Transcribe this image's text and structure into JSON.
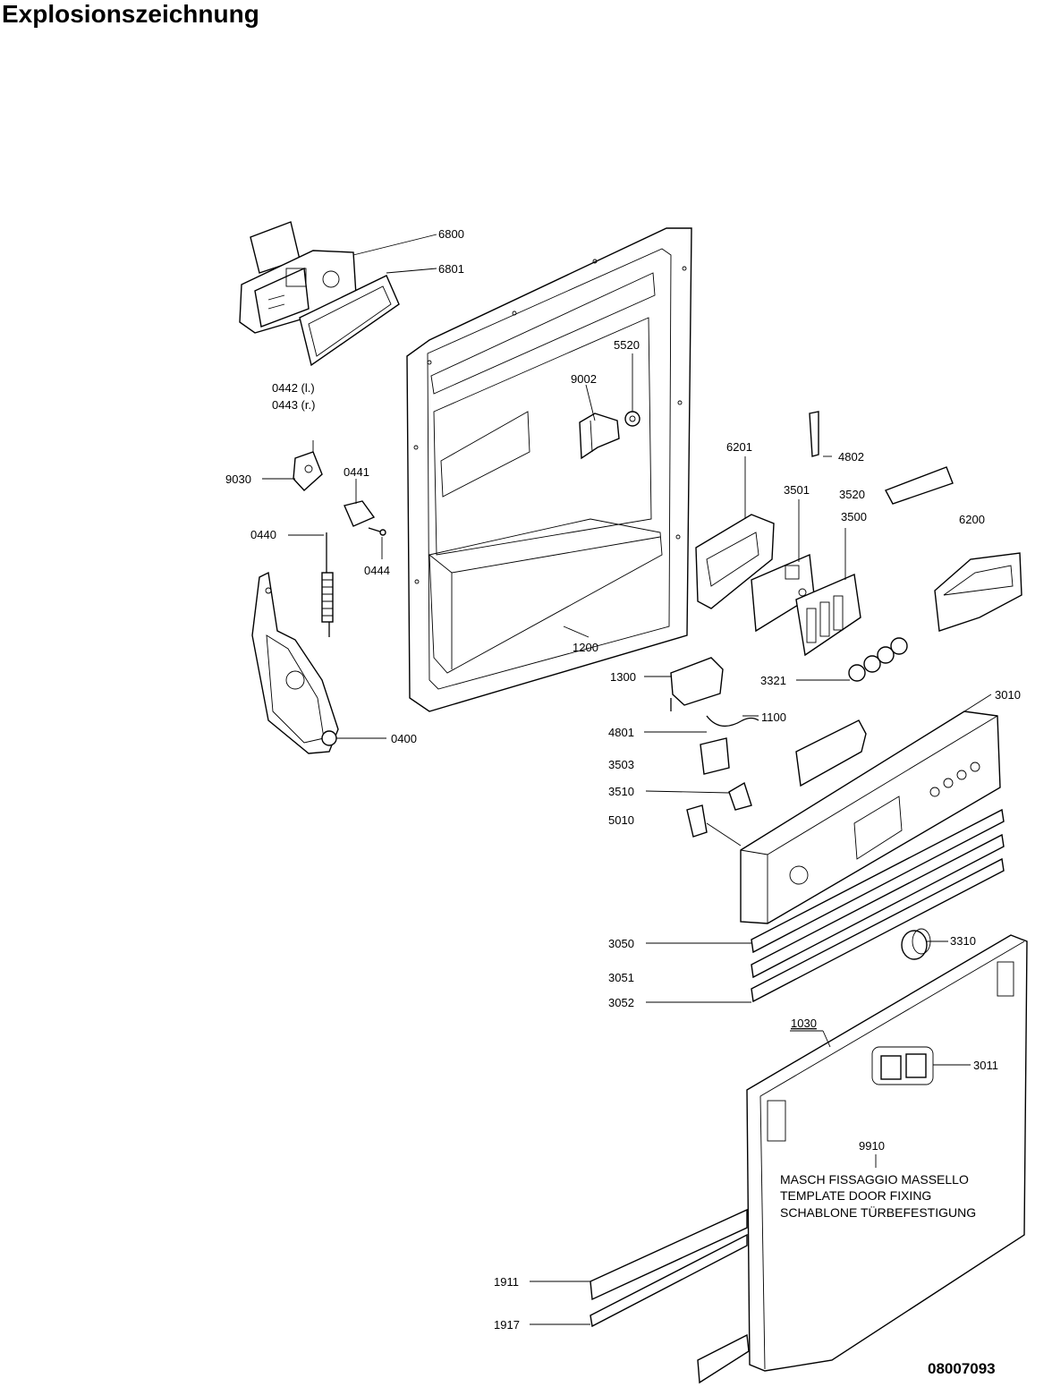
{
  "title": "Explosionszeichnung",
  "document_number": "08007093",
  "callouts": {
    "p6800": "6800",
    "p6801": "6801",
    "p5520": "5520",
    "p9002": "9002",
    "p0442": "0442 (l.)",
    "p0443": "0443 (r.)",
    "p9030": "9030",
    "p0441": "0441",
    "p0440": "0440",
    "p0444": "0444",
    "p0400": "0400",
    "p1200": "1200",
    "p6201": "6201",
    "p4802": "4802",
    "p3501": "3501",
    "p3520": "3520",
    "p3500": "3500",
    "p6200": "6200",
    "p1300": "1300",
    "p3321": "3321",
    "p4801": "4801",
    "p1100": "1100",
    "p3010": "3010",
    "p3503": "3503",
    "p3510": "3510",
    "p5010": "5010",
    "p3050": "3050",
    "p3310": "3310",
    "p3051": "3051",
    "p3052": "3052",
    "p1030": "1030",
    "p3011": "3011",
    "p9910": "9910",
    "p1911": "1911",
    "p1917": "1917"
  },
  "template_note": [
    "MASCH FISSAGGIO MASSELLO",
    "TEMPLATE DOOR FIXING",
    "SCHABLONE TÜRBEFESTIGUNG"
  ]
}
